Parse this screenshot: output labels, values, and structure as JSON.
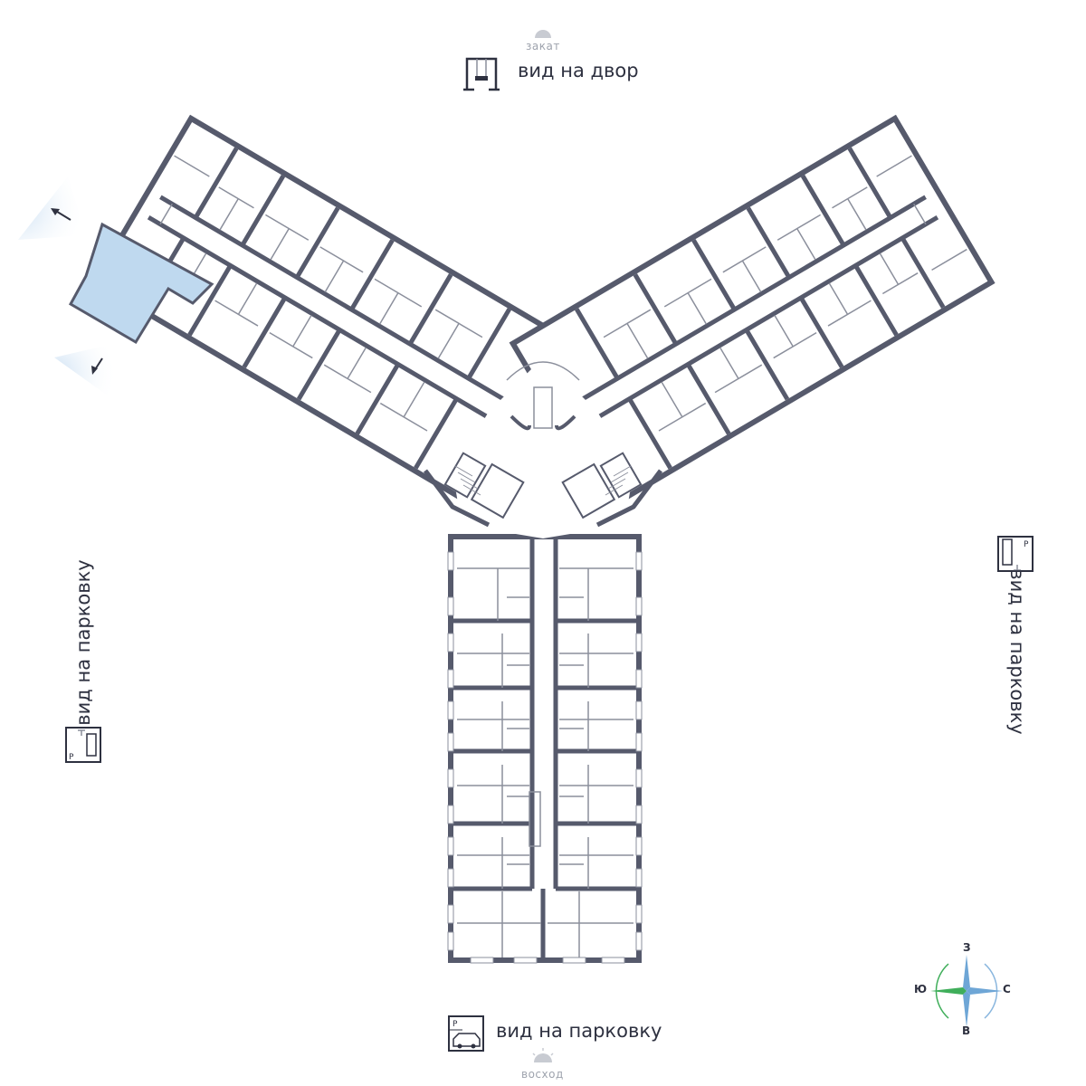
{
  "views": {
    "top": "вид на двор",
    "bottom": "вид на парковку",
    "left": "вид на парковку",
    "right": "вид на парковку"
  },
  "sun": {
    "sunset": "закат",
    "sunrise": "восход"
  },
  "compass": {
    "north": "З",
    "south": "В",
    "west": "Ю",
    "east": "С"
  },
  "colors": {
    "wall": "#565a6c",
    "partition": "#8b8f9c",
    "highlight": "#bfd9ef",
    "view_glow": "#cfe2f5",
    "compass_green": "#3fae5a",
    "compass_blue": "#3b86c8"
  },
  "icons": [
    "courtyard-swing-icon",
    "parking-icon",
    "sun-icon",
    "view-arrow-icon",
    "compass-rose-icon"
  ]
}
